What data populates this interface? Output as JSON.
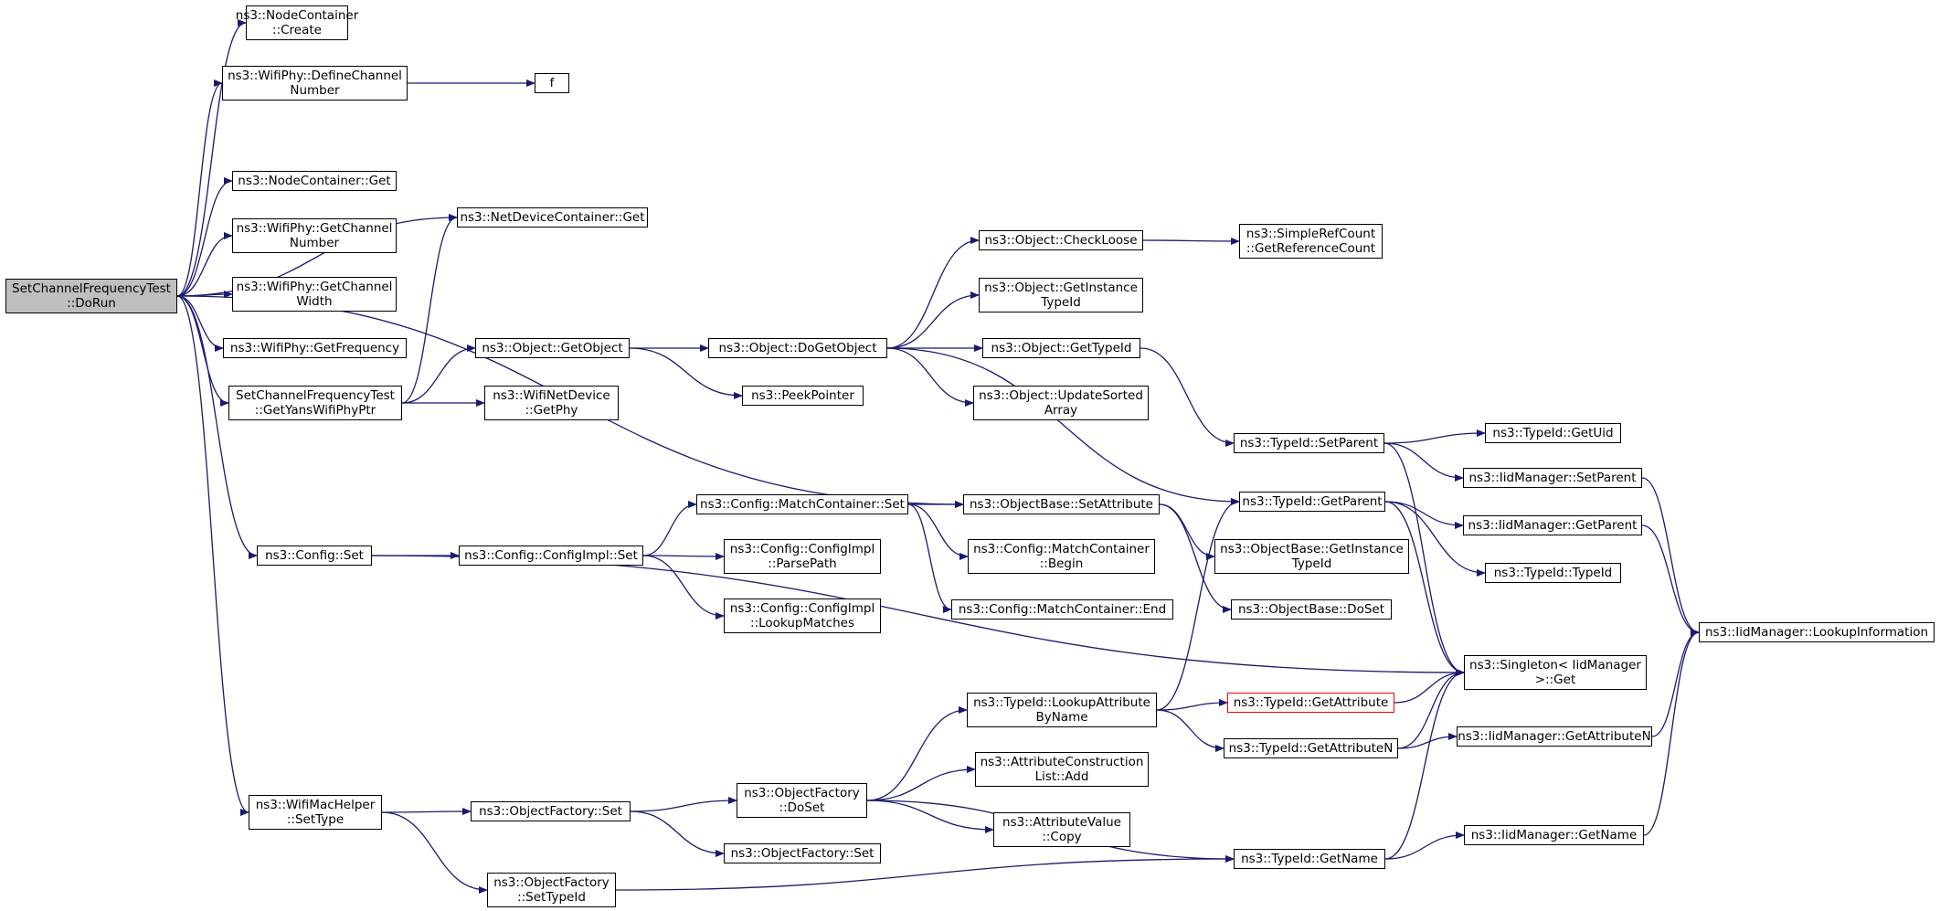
{
  "colors": {
    "edge": "#191970",
    "root_fill": "#bfbfbf",
    "node_border": "#000000",
    "highlight_border": "#ff0000"
  },
  "nodes": [
    {
      "id": "root",
      "lines": [
        "SetChannelFrequencyTest",
        "::DoRun"
      ],
      "kind": "root"
    },
    {
      "id": "nc_create",
      "lines": [
        "ns3::NodeContainer",
        "::Create"
      ]
    },
    {
      "id": "define_ch",
      "lines": [
        "ns3::WifiPhy::DefineChannel",
        "Number"
      ]
    },
    {
      "id": "f",
      "lines": [
        "f"
      ]
    },
    {
      "id": "nc_get",
      "lines": [
        "ns3::NodeContainer::Get"
      ]
    },
    {
      "id": "ndc_get",
      "lines": [
        "ns3::NetDeviceContainer::Get"
      ]
    },
    {
      "id": "get_ch_num",
      "lines": [
        "ns3::WifiPhy::GetChannel",
        "Number"
      ]
    },
    {
      "id": "get_ch_width",
      "lines": [
        "ns3::WifiPhy::GetChannel",
        "Width"
      ]
    },
    {
      "id": "get_freq",
      "lines": [
        "ns3::WifiPhy::GetFrequency"
      ]
    },
    {
      "id": "get_yans",
      "lines": [
        "SetChannelFrequencyTest",
        "::GetYansWifiPhyPtr"
      ]
    },
    {
      "id": "obj_getobject",
      "lines": [
        "ns3::Object::GetObject"
      ]
    },
    {
      "id": "wnd_getphy",
      "lines": [
        "ns3::WifiNetDevice",
        "::GetPhy"
      ]
    },
    {
      "id": "obj_dogetobject",
      "lines": [
        "ns3::Object::DoGetObject"
      ]
    },
    {
      "id": "peekpointer",
      "lines": [
        "ns3::PeekPointer"
      ]
    },
    {
      "id": "obj_checkloose",
      "lines": [
        "ns3::Object::CheckLoose"
      ]
    },
    {
      "id": "src_getrefcount",
      "lines": [
        "ns3::SimpleRefCount",
        "::GetReferenceCount"
      ]
    },
    {
      "id": "obj_getinsttid",
      "lines": [
        "ns3::Object::GetInstance",
        "TypeId"
      ]
    },
    {
      "id": "obj_gettypeid",
      "lines": [
        "ns3::Object::GetTypeId"
      ]
    },
    {
      "id": "obj_updsorted",
      "lines": [
        "ns3::Object::UpdateSorted",
        "Array"
      ]
    },
    {
      "id": "tid_setparent",
      "lines": [
        "ns3::TypeId::SetParent"
      ]
    },
    {
      "id": "tid_getuid",
      "lines": [
        "ns3::TypeId::GetUid"
      ]
    },
    {
      "id": "iid_setparent",
      "lines": [
        "ns3::IidManager::SetParent"
      ]
    },
    {
      "id": "tid_getparent",
      "lines": [
        "ns3::TypeId::GetParent"
      ]
    },
    {
      "id": "iid_getparent",
      "lines": [
        "ns3::IidManager::GetParent"
      ]
    },
    {
      "id": "tid_typeid",
      "lines": [
        "ns3::TypeId::TypeId"
      ]
    },
    {
      "id": "iid_lookupinfo",
      "lines": [
        "ns3::IidManager::LookupInformation"
      ]
    },
    {
      "id": "config_set",
      "lines": [
        "ns3::Config::Set"
      ]
    },
    {
      "id": "configimpl_set",
      "lines": [
        "ns3::Config::ConfigImpl::Set"
      ]
    },
    {
      "id": "mc_set",
      "lines": [
        "ns3::Config::MatchContainer::Set"
      ]
    },
    {
      "id": "ob_setattr",
      "lines": [
        "ns3::ObjectBase::SetAttribute"
      ]
    },
    {
      "id": "ci_parsepath",
      "lines": [
        "ns3::Config::ConfigImpl",
        "::ParsePath"
      ]
    },
    {
      "id": "ci_lookupmatches",
      "lines": [
        "ns3::Config::ConfigImpl",
        "::LookupMatches"
      ]
    },
    {
      "id": "mc_begin",
      "lines": [
        "ns3::Config::MatchContainer",
        "::Begin"
      ]
    },
    {
      "id": "mc_end",
      "lines": [
        "ns3::Config::MatchContainer::End"
      ]
    },
    {
      "id": "ob_getinsttid",
      "lines": [
        "ns3::ObjectBase::GetInstance",
        "TypeId"
      ]
    },
    {
      "id": "ob_doset",
      "lines": [
        "ns3::ObjectBase::DoSet"
      ]
    },
    {
      "id": "singleton_get",
      "lines": [
        "ns3::Singleton< IidManager",
        ">::Get"
      ]
    },
    {
      "id": "tid_lookupattr",
      "lines": [
        "ns3::TypeId::LookupAttribute",
        "ByName"
      ]
    },
    {
      "id": "tid_getattr",
      "lines": [
        "ns3::TypeId::GetAttribute"
      ],
      "kind": "red"
    },
    {
      "id": "tid_getattrn",
      "lines": [
        "ns3::TypeId::GetAttributeN"
      ]
    },
    {
      "id": "iid_getattrn",
      "lines": [
        "ns3::IidManager::GetAttributeN"
      ]
    },
    {
      "id": "acl_add",
      "lines": [
        "ns3::AttributeConstruction",
        "List::Add"
      ]
    },
    {
      "id": "wmh_settype",
      "lines": [
        "ns3::WifiMacHelper",
        "::SetType"
      ]
    },
    {
      "id": "of_set",
      "lines": [
        "ns3::ObjectFactory::Set"
      ]
    },
    {
      "id": "of_doset",
      "lines": [
        "ns3::ObjectFactory",
        "::DoSet"
      ]
    },
    {
      "id": "av_copy",
      "lines": [
        "ns3::AttributeValue",
        "::Copy"
      ]
    },
    {
      "id": "of_set2",
      "lines": [
        "ns3::ObjectFactory::Set"
      ]
    },
    {
      "id": "tid_getname",
      "lines": [
        "ns3::TypeId::GetName"
      ]
    },
    {
      "id": "iid_getname",
      "lines": [
        "ns3::IidManager::GetName"
      ]
    },
    {
      "id": "of_settypeid",
      "lines": [
        "ns3::ObjectFactory",
        "::SetTypeId"
      ]
    }
  ],
  "edges": [
    [
      "root",
      "nc_create"
    ],
    [
      "root",
      "define_ch"
    ],
    [
      "root",
      "ndc_get"
    ],
    [
      "root",
      "nc_get"
    ],
    [
      "root",
      "get_ch_num"
    ],
    [
      "root",
      "get_ch_width"
    ],
    [
      "root",
      "get_freq"
    ],
    [
      "root",
      "get_yans"
    ],
    [
      "root",
      "ob_setattr"
    ],
    [
      "root",
      "config_set"
    ],
    [
      "root",
      "wmh_settype"
    ],
    [
      "define_ch",
      "f"
    ],
    [
      "get_yans",
      "ndc_get"
    ],
    [
      "get_yans",
      "obj_getobject"
    ],
    [
      "get_yans",
      "wnd_getphy"
    ],
    [
      "obj_getobject",
      "obj_dogetobject"
    ],
    [
      "obj_getobject",
      "peekpointer"
    ],
    [
      "obj_dogetobject",
      "obj_checkloose"
    ],
    [
      "obj_dogetobject",
      "obj_getinsttid"
    ],
    [
      "obj_dogetobject",
      "obj_gettypeid"
    ],
    [
      "obj_dogetobject",
      "obj_updsorted"
    ],
    [
      "obj_dogetobject",
      "tid_getparent"
    ],
    [
      "obj_checkloose",
      "src_getrefcount"
    ],
    [
      "obj_gettypeid",
      "tid_setparent"
    ],
    [
      "tid_setparent",
      "tid_getuid"
    ],
    [
      "tid_setparent",
      "iid_setparent"
    ],
    [
      "tid_setparent",
      "singleton_get"
    ],
    [
      "iid_setparent",
      "iid_lookupinfo"
    ],
    [
      "tid_getparent",
      "iid_getparent"
    ],
    [
      "tid_getparent",
      "tid_typeid"
    ],
    [
      "tid_getparent",
      "singleton_get"
    ],
    [
      "iid_getparent",
      "iid_lookupinfo"
    ],
    [
      "config_set",
      "configimpl_set"
    ],
    [
      "config_set",
      "singleton_get"
    ],
    [
      "configimpl_set",
      "mc_set"
    ],
    [
      "configimpl_set",
      "ci_parsepath"
    ],
    [
      "configimpl_set",
      "ci_lookupmatches"
    ],
    [
      "mc_set",
      "ob_setattr"
    ],
    [
      "mc_set",
      "mc_begin"
    ],
    [
      "mc_set",
      "mc_end"
    ],
    [
      "ob_setattr",
      "ob_getinsttid"
    ],
    [
      "ob_setattr",
      "ob_doset"
    ],
    [
      "tid_lookupattr",
      "tid_getparent"
    ],
    [
      "tid_lookupattr",
      "tid_getattr"
    ],
    [
      "tid_lookupattr",
      "tid_getattrn"
    ],
    [
      "tid_getattr",
      "singleton_get"
    ],
    [
      "tid_getattrn",
      "singleton_get"
    ],
    [
      "tid_getattrn",
      "iid_getattrn"
    ],
    [
      "iid_getattrn",
      "iid_lookupinfo"
    ],
    [
      "wmh_settype",
      "of_set"
    ],
    [
      "wmh_settype",
      "of_settypeid"
    ],
    [
      "of_set",
      "of_doset"
    ],
    [
      "of_set",
      "of_set2"
    ],
    [
      "of_doset",
      "tid_lookupattr"
    ],
    [
      "of_doset",
      "acl_add"
    ],
    [
      "of_doset",
      "av_copy"
    ],
    [
      "of_doset",
      "tid_getname"
    ],
    [
      "tid_getname",
      "singleton_get"
    ],
    [
      "tid_getname",
      "iid_getname"
    ],
    [
      "iid_getname",
      "iid_lookupinfo"
    ],
    [
      "of_settypeid",
      "tid_getname"
    ]
  ]
}
